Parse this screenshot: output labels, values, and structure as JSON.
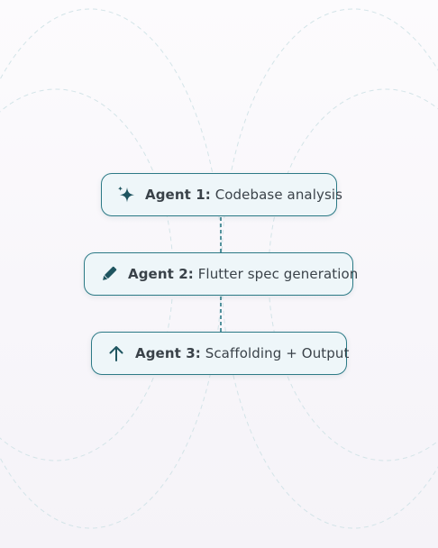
{
  "colors": {
    "accent": "#2c7a86",
    "pill_background": "#eef6f9",
    "icon_color": "#1f5560",
    "text_color": "#3b434a",
    "background": "#f8f6fa",
    "guide_lines": "#cfe2e6"
  },
  "agents": [
    {
      "label": "Agent 1:",
      "description": "Codebase analysis",
      "icon": "sparkle-icon"
    },
    {
      "label": "Agent 2:",
      "description": "Flutter spec generation",
      "icon": "pencil-icon"
    },
    {
      "label": "Agent 3:",
      "description": "Scaffolding + Output",
      "icon": "arrow-up-icon"
    }
  ]
}
